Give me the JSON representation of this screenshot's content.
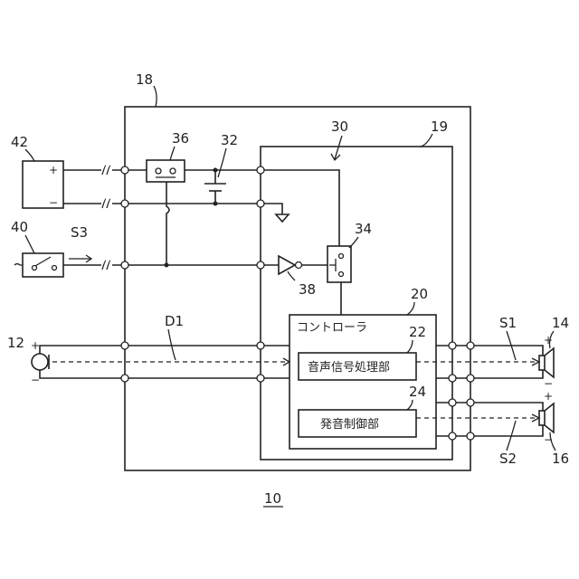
{
  "labels": {
    "system": "10",
    "mic": "12",
    "speaker1": "14",
    "speaker2": "16",
    "housing": "18",
    "inner_box": "19",
    "controller_ref": "20",
    "audio_proc_ref": "22",
    "sound_ctrl_ref": "24",
    "circuit": "30",
    "capacitor": "32",
    "switch_box": "34",
    "fuse": "36",
    "inverter": "38",
    "switch": "40",
    "battery": "42",
    "sig_d1": "D1",
    "sig_s1": "S1",
    "sig_s2": "S2",
    "sig_s3": "S3"
  },
  "blocks": {
    "controller": "コントローラ",
    "audio_processing": "音声信号処理部",
    "sound_control": "発音制御部"
  },
  "polarity": {
    "plus": "+",
    "minus": "−"
  }
}
